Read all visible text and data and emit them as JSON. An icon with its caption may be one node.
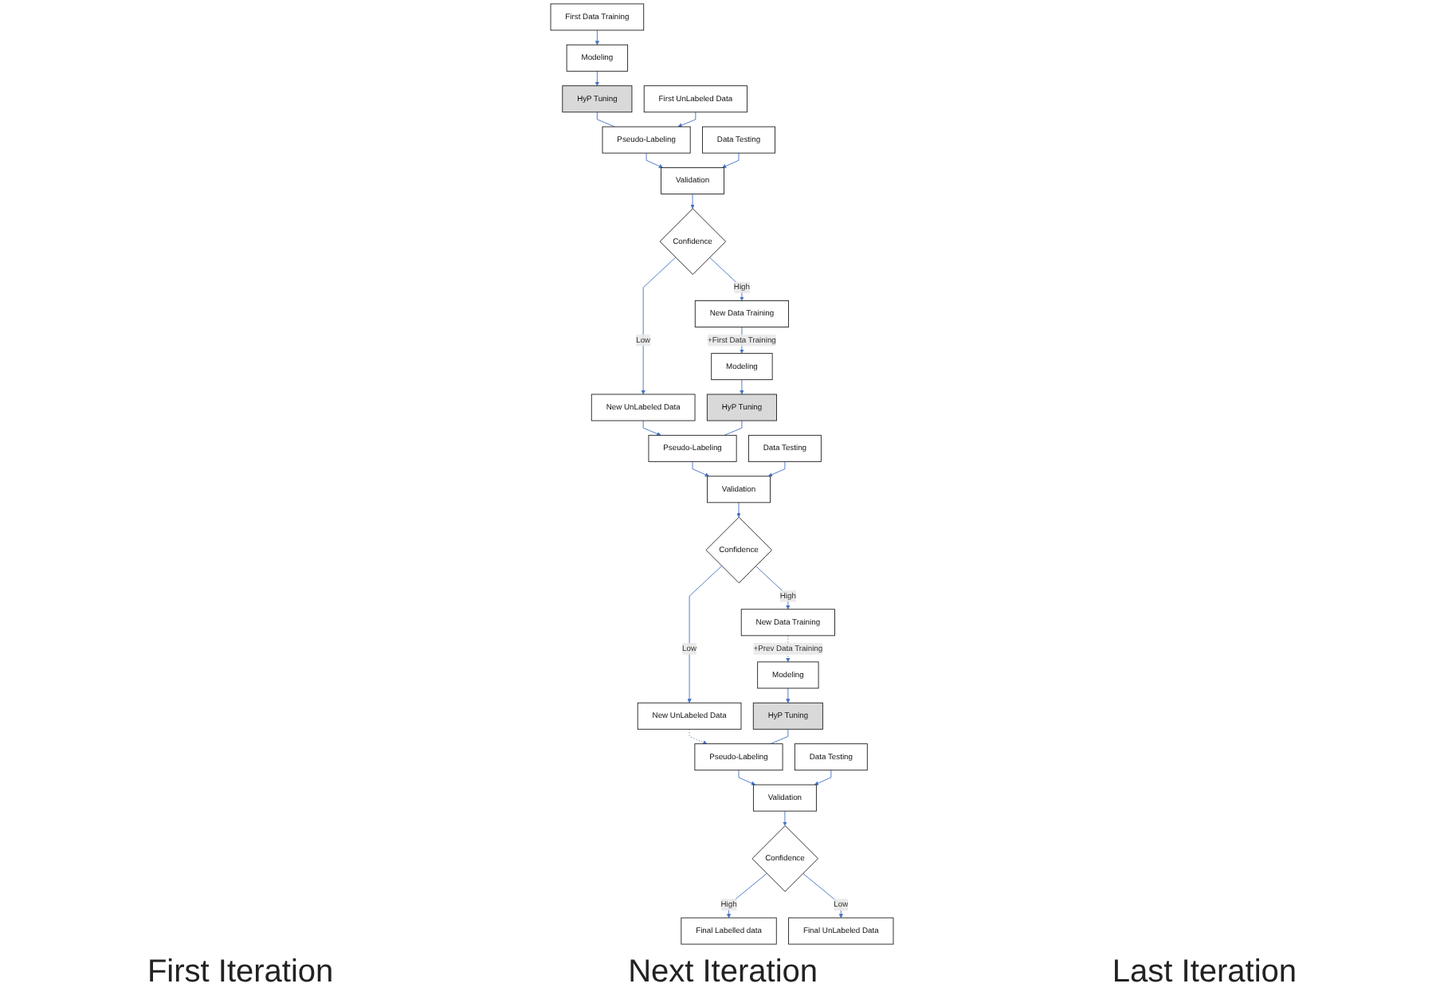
{
  "diagram": {
    "nodes": [
      {
        "text": [
          "First Data Training"
        ]
      },
      {
        "text": [
          "Data Testing"
        ]
      },
      {
        "text": [
          "First UnLabeled Data"
        ]
      },
      {
        "text": [
          "Modeling"
        ]
      },
      {
        "text": [
          "HyP Tuning"
        ]
      },
      {
        "text": [
          "Pseudo-Labeling"
        ]
      },
      {
        "text": [
          "Validation"
        ]
      },
      {
        "text": [
          "New Data Training"
        ]
      },
      {
        "text": [
          "Confidence"
        ]
      },
      {
        "text": [
          "New UnLabeled Data"
        ]
      },
      {
        "text": [
          "Data Testing"
        ]
      },
      {
        "text": [
          "Modeling"
        ]
      },
      {
        "text": [
          "HyP Tuning"
        ]
      },
      {
        "text": [
          "Pseudo-Labeling"
        ]
      },
      {
        "text": [
          "Validation"
        ]
      },
      {
        "text": [
          "New Data Training"
        ]
      },
      {
        "text": [
          "Confidence"
        ]
      },
      {
        "text": [
          "New UnLabeled Data"
        ]
      },
      {
        "text": [
          "Data Testing"
        ]
      },
      {
        "text": [
          "Modeling"
        ]
      },
      {
        "text": [
          "HyP Tuning"
        ]
      },
      {
        "text": [
          "Pseudo-Labeling"
        ]
      },
      {
        "text": [
          "Validation"
        ]
      },
      {
        "text": [
          "Confidence"
        ]
      },
      {
        "text": [
          "Final Labelled data"
        ]
      },
      {
        "text": [
          "Final UnLabeled Data"
        ]
      }
    ],
    "edges": [
      {
        "from": 0,
        "to": 3,
        "arrow": "to"
      },
      {
        "from": 3,
        "to": 4,
        "arrow": "to"
      },
      {
        "from": 4,
        "to": 5,
        "arrow": "none"
      },
      {
        "from": 2,
        "to": 5,
        "arrow": "to"
      },
      {
        "from": 5,
        "to": 6,
        "arrow": "to"
      },
      {
        "from": 1,
        "to": 6,
        "arrow": "to"
      },
      {
        "from": 6,
        "to": 8,
        "arrow": "to"
      },
      {
        "from": 8,
        "to": 7,
        "arrow": "to",
        "label": "High"
      },
      {
        "from": 8,
        "to": 9,
        "arrow": "to",
        "label": "Low"
      },
      {
        "from": 7,
        "to": 11,
        "arrow": "to",
        "label": "+First Data Training"
      },
      {
        "from": 9,
        "to": 13,
        "arrow": "to"
      },
      {
        "from": 11,
        "to": 12,
        "arrow": "to"
      },
      {
        "from": 12,
        "to": 13,
        "arrow": "none"
      },
      {
        "from": 13,
        "to": 14,
        "arrow": "to"
      },
      {
        "from": 10,
        "to": 14,
        "arrow": "to"
      },
      {
        "from": 14,
        "to": 16,
        "arrow": "to"
      },
      {
        "from": 16,
        "to": 15,
        "arrow": "to",
        "label": "High"
      },
      {
        "from": 16,
        "to": 17,
        "arrow": "to",
        "label": "Low"
      },
      {
        "from": 15,
        "to": 19,
        "arrow": "to",
        "label": "+Prev Data Training",
        "style": "dashed"
      },
      {
        "from": 17,
        "to": 21,
        "arrow": "to",
        "style": "dashed"
      },
      {
        "from": 19,
        "to": 20,
        "arrow": "to"
      },
      {
        "from": 20,
        "to": 21,
        "arrow": "none"
      },
      {
        "from": 21,
        "to": 22,
        "arrow": "to"
      },
      {
        "from": 18,
        "to": 22,
        "arrow": "to"
      },
      {
        "from": 22,
        "to": 23,
        "arrow": "to"
      },
      {
        "from": 23,
        "to": 24,
        "arrow": "to",
        "label": "High"
      },
      {
        "from": 23,
        "to": 25,
        "arrow": "to",
        "label": "Low"
      }
    ],
    "labels": [
      "First Iteration",
      "Next Iteration",
      "Last Iteration"
    ]
  }
}
